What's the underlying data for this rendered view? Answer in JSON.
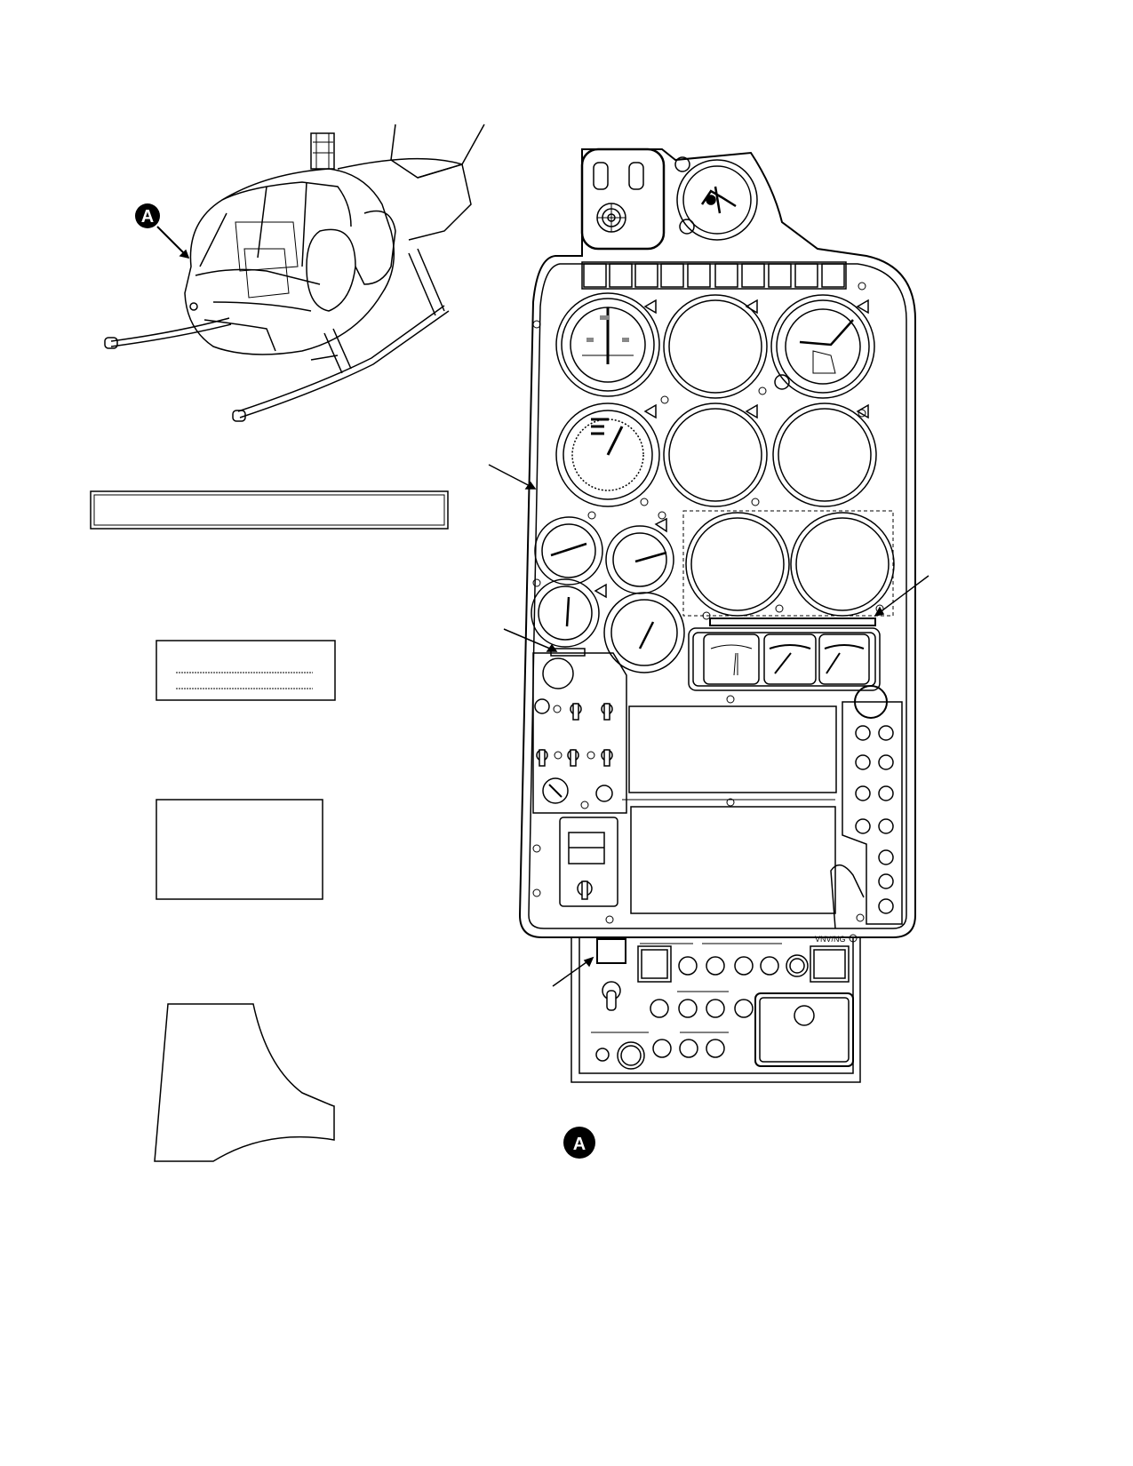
{
  "callouts": {
    "detail_ref": "A",
    "detail_label": "A"
  },
  "panel": {
    "vnv_tag": "VNV/NG"
  },
  "colors": {
    "ink": "#000000",
    "paper": "#ffffff",
    "fill_gray": "#888888"
  }
}
